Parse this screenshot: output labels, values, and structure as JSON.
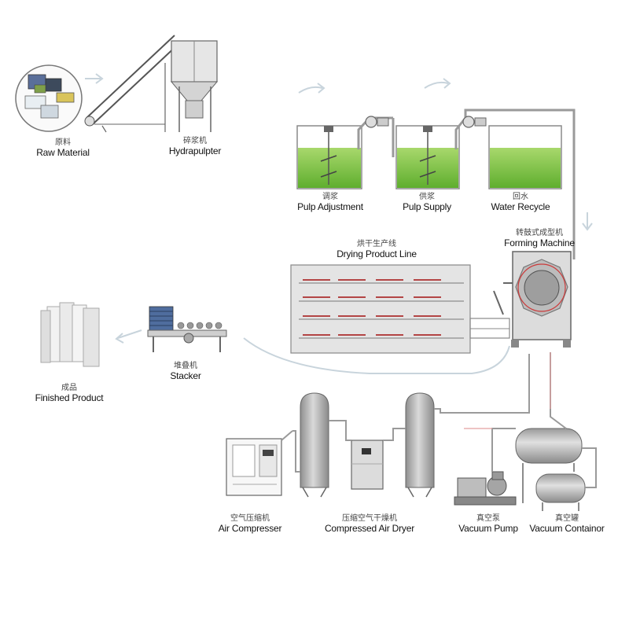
{
  "colors": {
    "liquid": "#7dc242",
    "pipe": "#9a9a9a",
    "machine": "#b9b9b9",
    "flow_arrow": "#c8d4dc",
    "accent_red": "#cc3b3b"
  },
  "stations": {
    "raw_material": {
      "cn": "原料",
      "en": "Raw Material"
    },
    "hydrapulpter": {
      "cn": "碎浆机",
      "en": "Hydrapulpter"
    },
    "pulp_adjustment": {
      "cn": "调浆",
      "en": "Pulp Adjustment"
    },
    "pulp_supply": {
      "cn": "供浆",
      "en": "Pulp Supply"
    },
    "water_recycle": {
      "cn": "回水",
      "en": "Water Recycle"
    },
    "forming_machine": {
      "cn": "转鼓式成型机",
      "en": "Forming Machine"
    },
    "drying_line": {
      "cn": "烘干生产线",
      "en": "Drying Product Line"
    },
    "stacker": {
      "cn": "堆叠机",
      "en": "Stacker"
    },
    "finished_product": {
      "cn": "成品",
      "en": "Finished Product"
    },
    "air_compressor": {
      "cn": "空气压缩机",
      "en": "Air Compresser"
    },
    "compressed_air_dryer": {
      "cn": "压缩空气干燥机",
      "en": "Compressed Air Dryer"
    },
    "vacuum_pump": {
      "cn": "真空泵",
      "en": "Vacuum Pump"
    },
    "vacuum_container": {
      "cn": "真空罐",
      "en": "Vacuum Containor"
    }
  }
}
